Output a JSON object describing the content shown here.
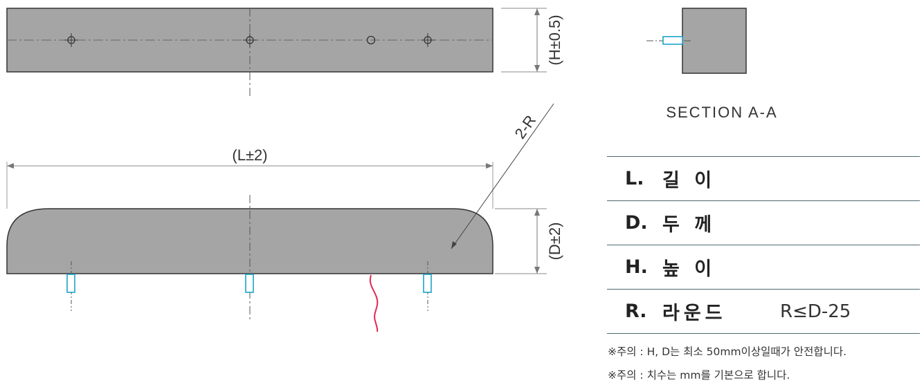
{
  "views": {
    "top_view": {
      "dimension": "(H±0.5)"
    },
    "front_view": {
      "dimension_length": "(L±2)",
      "dimension_depth": "(D±2)",
      "round_callout": "2-R"
    },
    "section": {
      "title": "SECTION A-A"
    }
  },
  "legend": [
    {
      "key": "L.",
      "term": "길 이",
      "value": ""
    },
    {
      "key": "D.",
      "term": "두 께",
      "value": ""
    },
    {
      "key": "H.",
      "term": "높 이",
      "value": ""
    },
    {
      "key": "R.",
      "term": "라운드",
      "value": "R≤D-25"
    }
  ],
  "notes": [
    "※주의 : H, D는 최소 50mm이상일때가 안전합니다.",
    "※주의 : 치수는 mm를 기본으로 합니다."
  ],
  "colors": {
    "body_fill": "#a5a5a5",
    "outline": "#333333",
    "dimension": "#888888",
    "bolt": "#1aa3c8",
    "cable": "#e0284f",
    "rule": "#4f6670"
  }
}
